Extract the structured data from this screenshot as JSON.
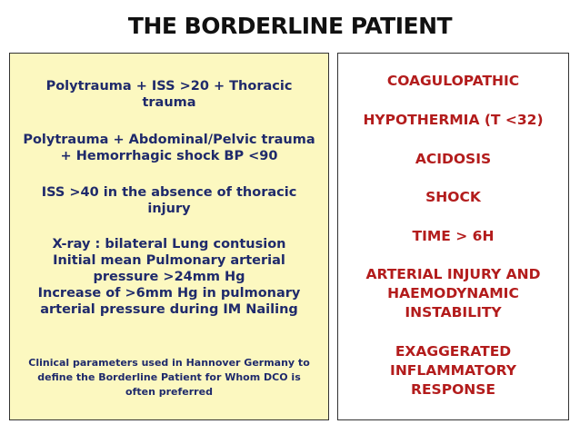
{
  "title": "THE BORDERLINE PATIENT",
  "left_panel": {
    "criteria": [
      "Polytrauma + ISS >20 + Thoracic\ntrauma",
      "Polytrauma + Abdominal/Pelvic trauma\n+ Hemorrhagic shock BP <90",
      "ISS >40 in the absence of  thoracic\ninjury",
      "X-ray : bilateral Lung contusion\nInitial mean Pulmonary arterial\npressure >24mm Hg\nIncrease of >6mm Hg in pulmonary\narterial pressure during IM Nailing"
    ],
    "note": "Clinical parameters used in Hannover Germany to\ndefine the Borderline Patient for Whom DCO is\noften preferred"
  },
  "right_panel": {
    "factors": [
      "COAGULOPATHIC",
      "HYPOTHERMIA  (T <32)",
      "ACIDOSIS",
      "SHOCK",
      "TIME > 6H",
      "ARTERIAL INJURY AND\nHAEMODYNAMIC\nINSTABILITY",
      "EXAGGERATED\nINFLAMMATORY\nRESPONSE"
    ]
  },
  "colors": {
    "left_background": "#fcf8c0",
    "left_text": "#1f2a6b",
    "right_text": "#b31c1c",
    "title_text": "#111111"
  }
}
